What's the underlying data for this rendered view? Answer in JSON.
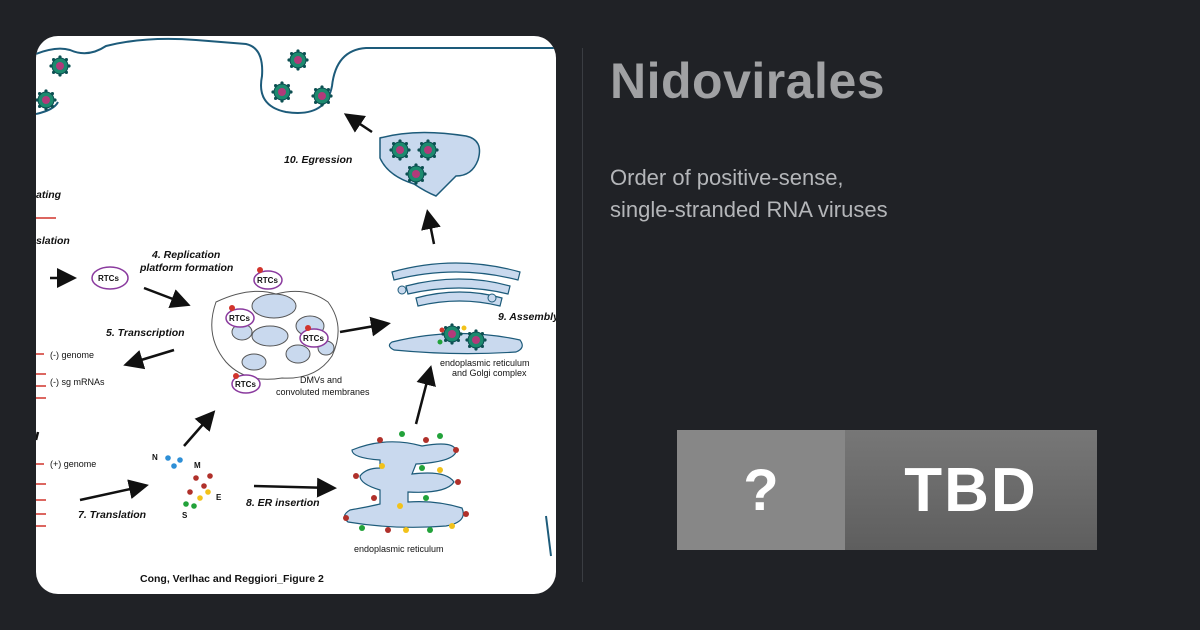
{
  "title": "Nidovirales",
  "description_lines": [
    "Order of positive-sense,",
    "single-stranded RNA viruses"
  ],
  "badge": {
    "left": "?",
    "right": "TBD"
  },
  "figure": {
    "labels": {
      "coating": "ating",
      "slation": "slation",
      "replication_1": "4. Replication",
      "replication_2": "platform formation",
      "transcription": "5. Transcription",
      "egression": "10. Egression",
      "assembly": "9. Assembly",
      "er_insertion": "8. ER insertion",
      "translation": "7. Translation",
      "neg_genome": "(-) genome",
      "neg_sg": "(-) sg mRNAs",
      "pos_genome": "(+) genome",
      "dmvs_1": "DMVs and",
      "dmvs_2": "convoluted membranes",
      "er_golgi_1": "endoplasmic reticulum",
      "er_golgi_2": "and Golgi complex",
      "er": "endoplasmic reticulum",
      "rtcs": "RTCs",
      "n": "N",
      "m": "M",
      "e": "E",
      "s": "S",
      "caption": "Cong, Verlhac and Reggiori_Figure 2"
    },
    "colors": {
      "membrane": "#1d5b7a",
      "organelle_fill": "#c9d9ee",
      "rtc_ring": "#8a3a9e",
      "red": "#d1342c",
      "green": "#22a23a",
      "yellow": "#f2c21a",
      "blue": "#2e8fd6"
    }
  }
}
